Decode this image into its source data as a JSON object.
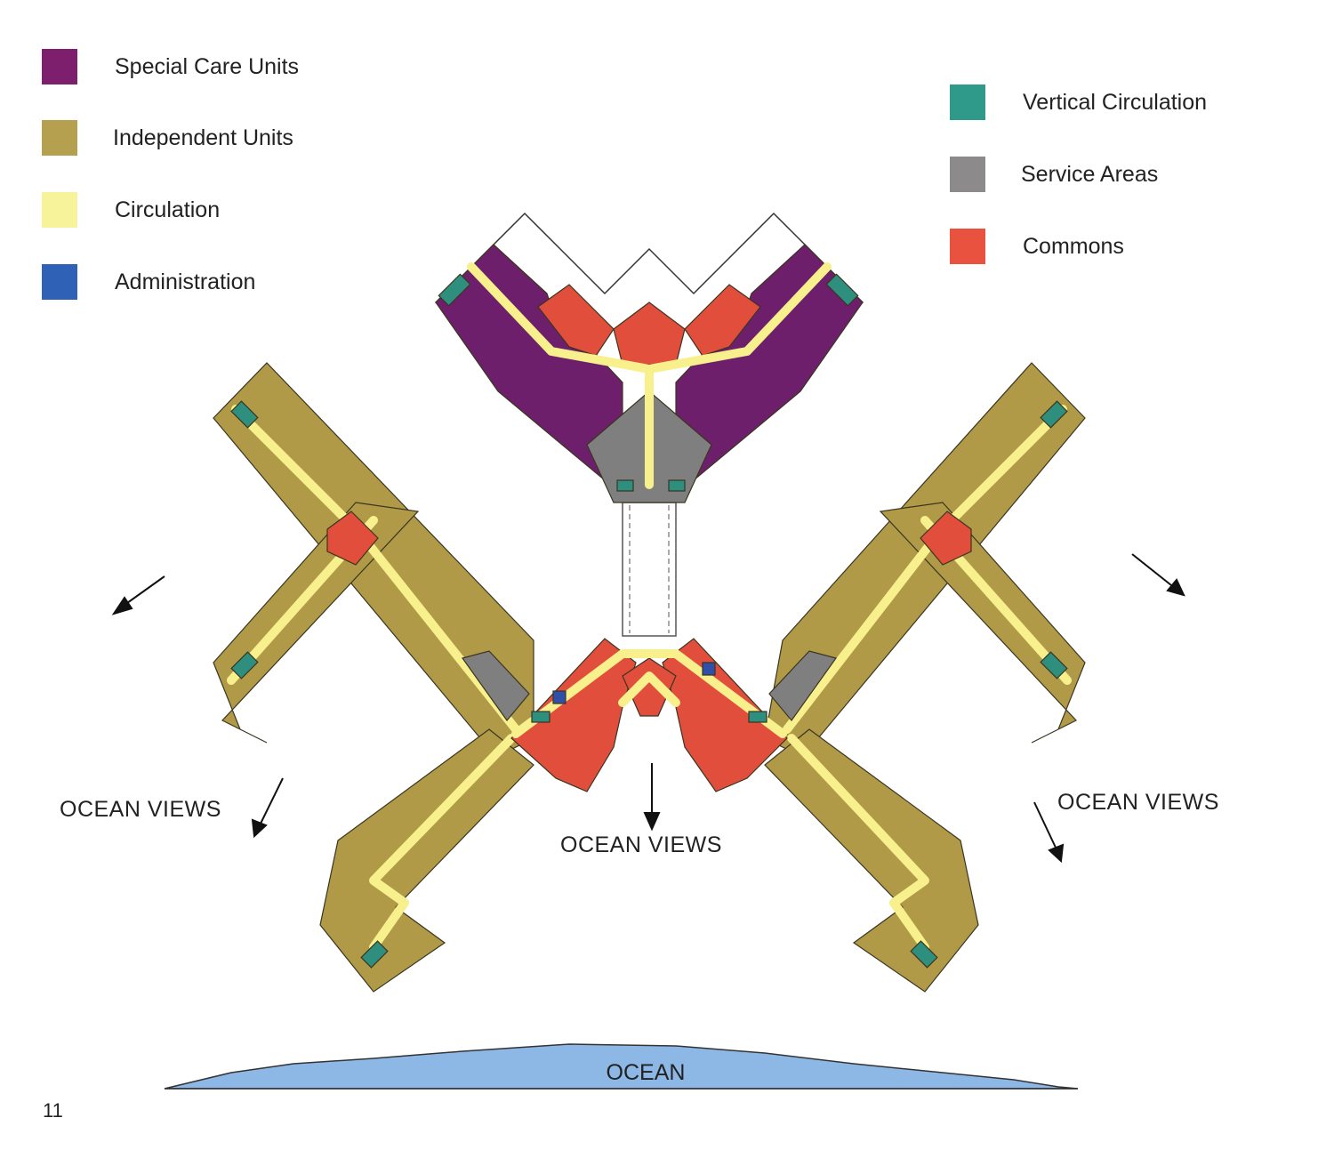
{
  "legend": [
    {
      "key": "special_care",
      "label": "Special Care Units",
      "color": "#7d1f6d"
    },
    {
      "key": "independent",
      "label": "Independent Units",
      "color": "#b4a04e"
    },
    {
      "key": "circulation",
      "label": "Circulation",
      "color": "#f7f39a"
    },
    {
      "key": "administration",
      "label": "Administration",
      "color": "#2f62b6"
    },
    {
      "key": "vertical",
      "label": "Vertical Circulation",
      "color": "#2f9a8a"
    },
    {
      "key": "service",
      "label": "Service Areas",
      "color": "#8c8a8a"
    },
    {
      "key": "commons",
      "label": "Commons",
      "color": "#e8523f"
    }
  ],
  "views": {
    "left": "OCEAN VIEWS",
    "center": "OCEAN VIEWS",
    "right": "OCEAN VIEWS"
  },
  "ocean_label": "OCEAN",
  "page_number": "11",
  "colors": {
    "special_care": "#6e1f6b",
    "independent": "#b09a48",
    "circulation": "#f7f08c",
    "administration": "#2f4fa8",
    "vertical": "#2e8f7f",
    "service": "#7f7f7f",
    "commons": "#e14e3b",
    "ocean": "#8db8e6",
    "outline": "#3a3520"
  }
}
